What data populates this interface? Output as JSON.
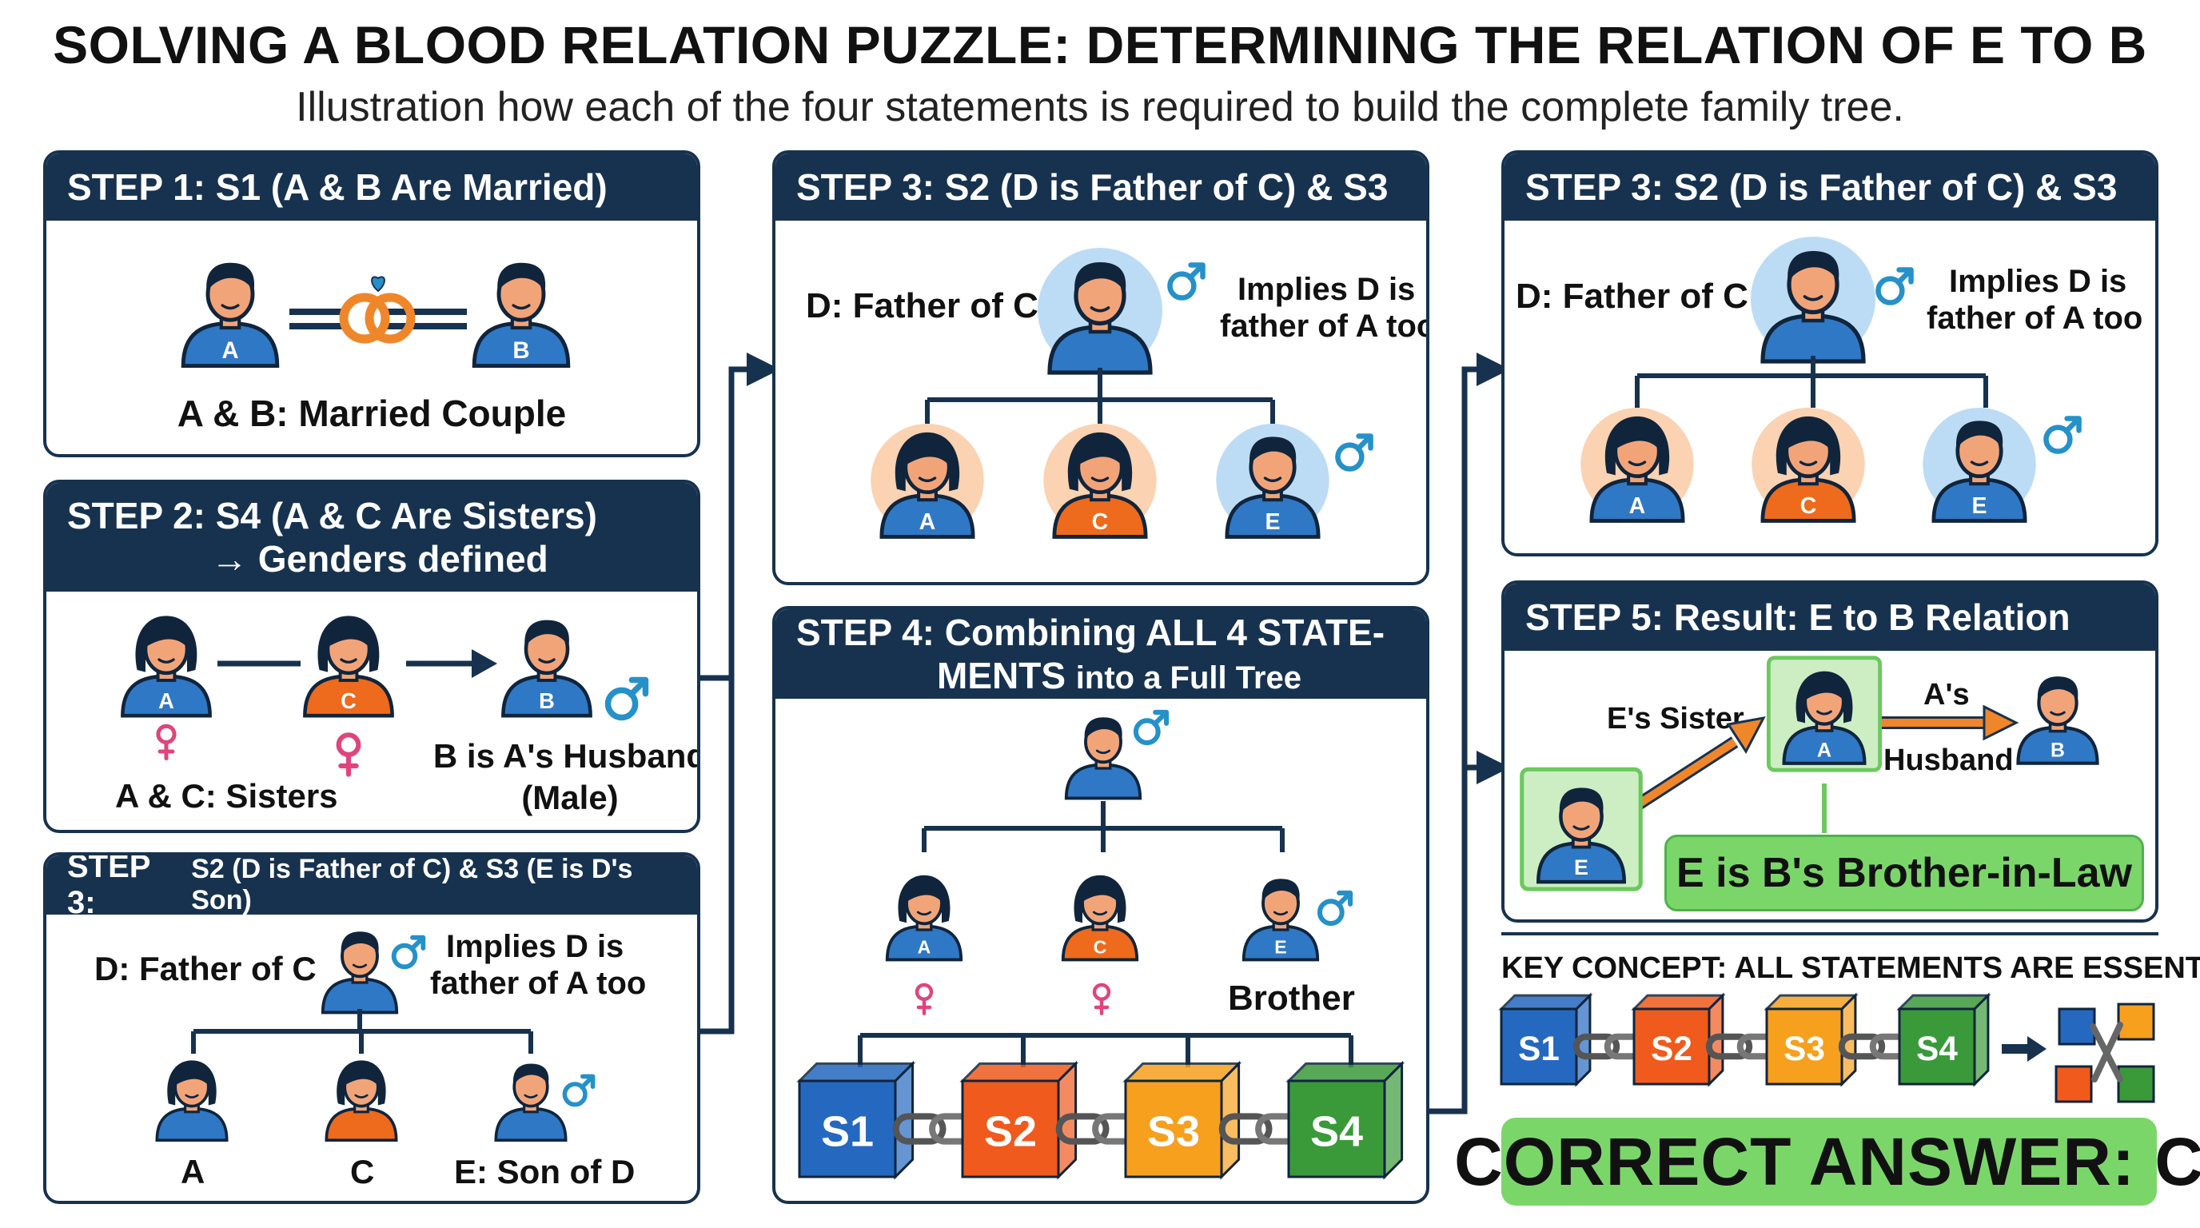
{
  "title": "SOLVING A BLOOD RELATION PUZZLE: DETERMINING THE RELATION OF E TO B",
  "subtitle": "Illustration how each of the four statements is required to build the complete family tree.",
  "step1": {
    "header": "STEP 1: S1 (A & B Are Married)",
    "caption": "A & B: Married Couple",
    "person_a": "A",
    "person_b": "B"
  },
  "step2": {
    "header_line1": "STEP 2: S4 (A & C Are Sisters)",
    "header_line2": "→ Genders defined",
    "person_a": "A",
    "person_c": "C",
    "person_b": "B",
    "caption_sisters": "A & C: Sisters",
    "caption_husband_line1": "B is A's Husband",
    "caption_husband_line2": "(Male)"
  },
  "step3_left": {
    "header_bold": "STEP 3:",
    "header_rest": "S2 (D is Father of C) & S3 (E is D's Son)",
    "d_label": "D: Father of C",
    "implies_line1": "Implies D is",
    "implies_line2": "father of A too",
    "child_a": "A",
    "child_c": "C",
    "child_e": "E: Son of D"
  },
  "step3_mid": {
    "header": "STEP 3: S2 (D is Father of C) & S3",
    "d_label": "D: Father of C",
    "implies_line1": "Implies D is",
    "implies_line2": "father of A too",
    "child_a": "A",
    "child_c": "C",
    "child_e": "E"
  },
  "step3_right": {
    "header": "STEP 3: S2 (D is Father of C) & S3",
    "d_label": "D: Father of C",
    "implies_line1": "Implies D is",
    "implies_line2": "father of A too",
    "child_a": "A",
    "child_c": "C",
    "child_e": "E"
  },
  "step4": {
    "header_line1": "STEP 4: Combining ALL 4 STATE-",
    "header_line2_bold": "MENTS",
    "header_line2_rest": "into a Full Tree",
    "child_a": "A",
    "child_c": "C",
    "child_e": "E",
    "brother": "Brother",
    "blocks": [
      "S1",
      "S2",
      "S3",
      "S4"
    ]
  },
  "step5": {
    "header": "STEP 5: Result: E to B Relation",
    "sister_label": "E's Sister",
    "husband_line1": "A's",
    "husband_line2": "Husband",
    "person_e": "E",
    "person_a": "A",
    "person_b": "B",
    "result": "E is B's Brother-in-Law"
  },
  "key_concept": {
    "title": "KEY CONCEPT: ALL STATEMENTS ARE ESSENTIAL",
    "blocks": [
      "S1",
      "S2",
      "S3",
      "S4"
    ]
  },
  "answer": "CORRECT ANSWER: C",
  "colors": {
    "navy": "#17324f",
    "skin": "#f2a479",
    "blue_shirt": "#2f78c5",
    "orange_shirt": "#ee6a1c",
    "female_halo": "#fbd2b2",
    "male_halo": "#bcdcf5",
    "male_symbol": "#2591c9",
    "female_symbol": "#e0447d",
    "green": "#7bd66a",
    "green_dark": "#3f9a3a",
    "arrow_orange": "#f0862a",
    "s1": "#2468c0",
    "s2": "#f05a1c",
    "s3": "#f6a01e",
    "s4": "#3a9a3a"
  }
}
